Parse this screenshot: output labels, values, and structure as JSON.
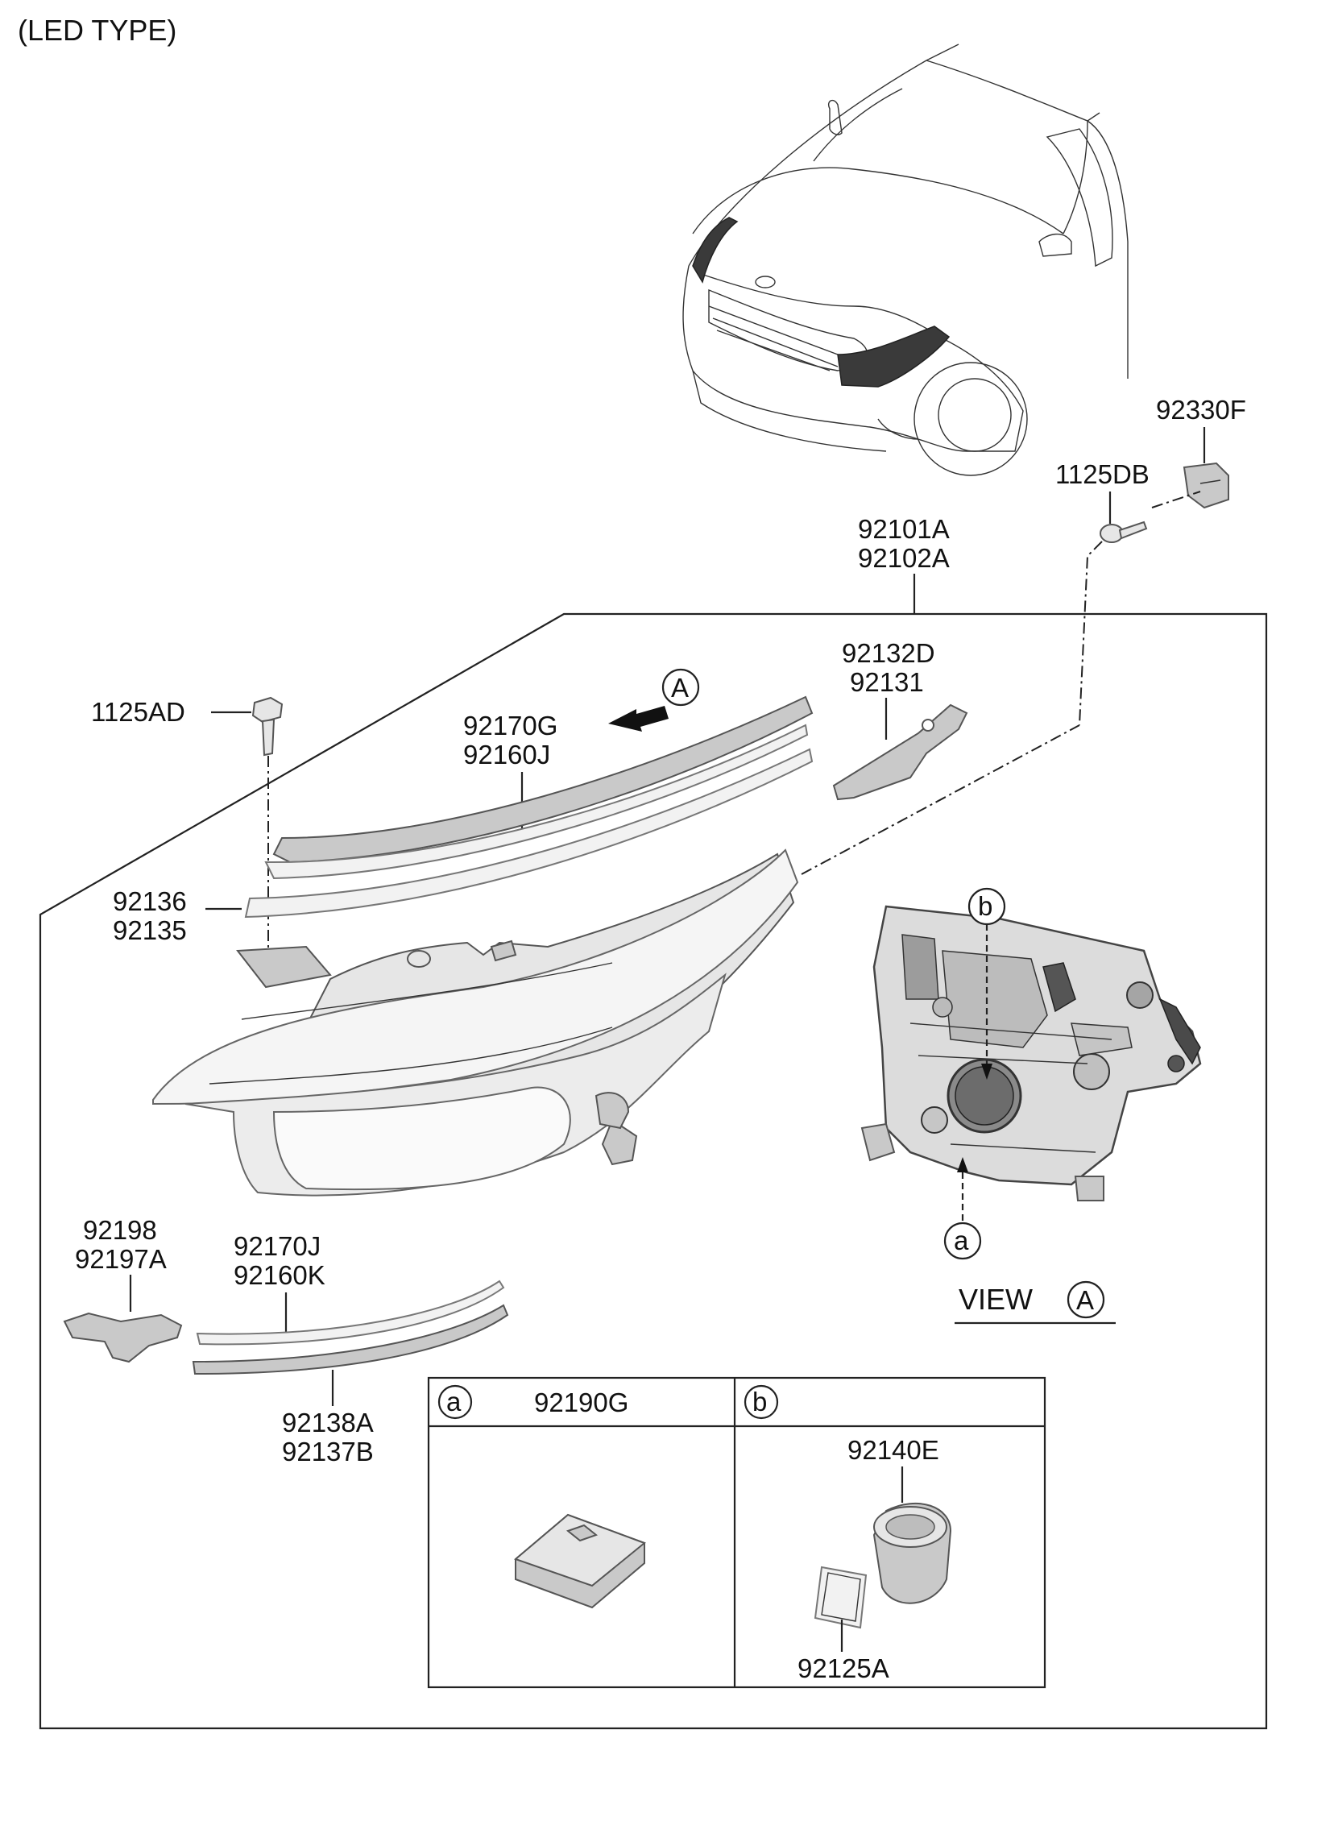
{
  "title": "(LED TYPE)",
  "parts": {
    "p92330F": "92330F",
    "p1125DB": "1125DB",
    "p92101A": "92101A",
    "p92102A": "92102A",
    "p1125AD": "1125AD",
    "p92170G": "92170G",
    "p92160J": "92160J",
    "p92132D": "92132D",
    "p92131": "92131",
    "p92136": "92136",
    "p92135": "92135",
    "p92198": "92198",
    "p92197A": "92197A",
    "p92170J": "92170J",
    "p92160K": "92160K",
    "p92138A": "92138A",
    "p92137B": "92137B",
    "p92190G": "92190G",
    "p92140E": "92140E",
    "p92125A": "92125A"
  },
  "callouts": {
    "view_arrow": "A",
    "view_text": "VIEW",
    "view_letter": "A",
    "a": "a",
    "b": "b"
  },
  "detail_table": {
    "cell_a_letter": "a",
    "cell_b_letter": "b"
  }
}
